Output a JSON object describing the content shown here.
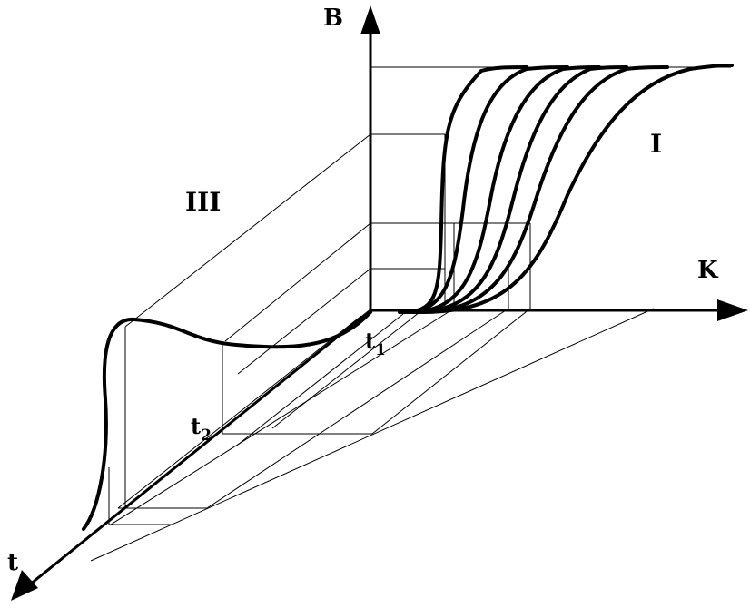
{
  "axes": {
    "vertical_label": "B",
    "horizontal_label": "K",
    "depth_label": "t"
  },
  "regions": {
    "right_label": "I",
    "left_label": "III"
  },
  "time_marks": {
    "t1_base": "t",
    "t1_sub": "1",
    "t2_base": "t",
    "t2_sub": "2"
  },
  "colors": {
    "ink": "#000000",
    "background": "#ffffff"
  }
}
